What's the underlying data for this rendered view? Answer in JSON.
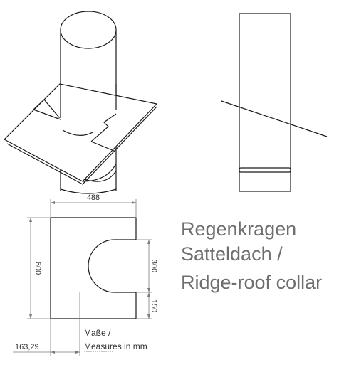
{
  "title": {
    "line1": "Regenkragen",
    "line2": "Satteldach /",
    "line3": "Ridge-roof collar"
  },
  "dimensions": {
    "width": "488",
    "height": "600",
    "cutout": "300",
    "offset": "150",
    "radius": "163,29"
  },
  "note": {
    "line1": "Maße /",
    "line2": "Measures in mm"
  },
  "colors": {
    "stroke": "#1a1a1a",
    "dim_stroke": "#7a7a7a",
    "title_text": "#6e6e6e",
    "note_underline": "#d04040"
  }
}
